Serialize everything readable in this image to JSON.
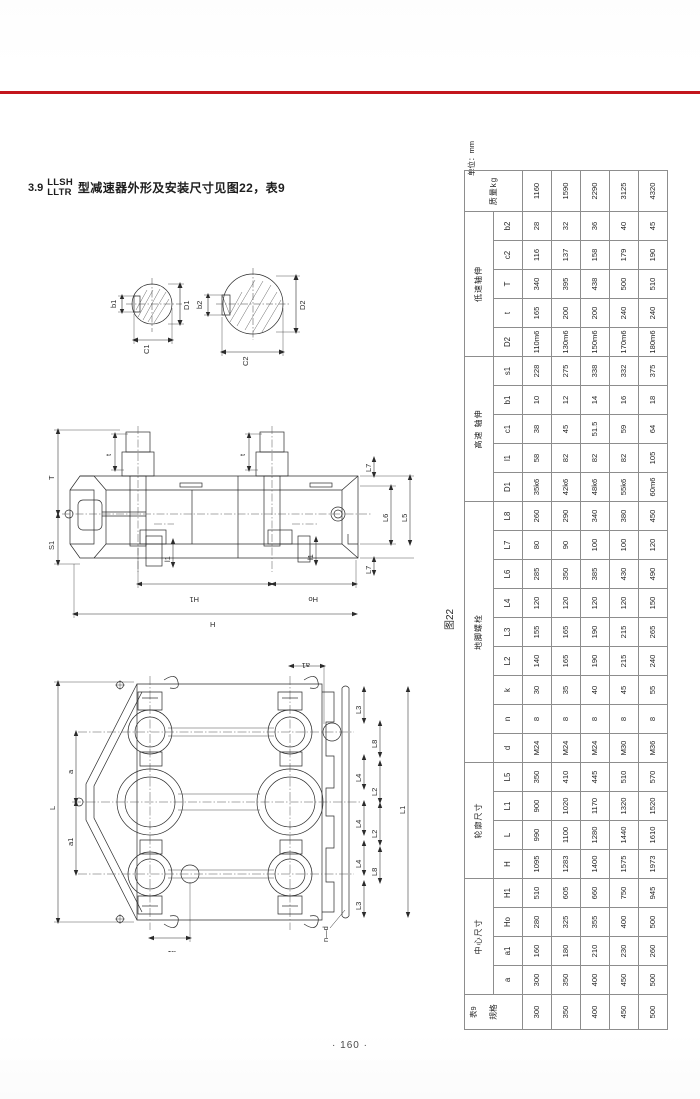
{
  "document": {
    "page_number": "· 160 ·",
    "unit_note": "单位：mm",
    "table_label": "表9",
    "figure_caption": "图22"
  },
  "heading": {
    "number": "3.9",
    "model_line1": "LLSH",
    "model_line2": "LLTR",
    "text": "型减速器外形及安装尺寸见图22，表9"
  },
  "drawings": {
    "shaft_section_small": {
      "labels": [
        "b1",
        "D1",
        "C1"
      ]
    },
    "shaft_section_large": {
      "labels": [
        "b2",
        "D2",
        "C2"
      ]
    },
    "elevation_view": {
      "labels": [
        "T",
        "S1",
        "t",
        "l1",
        "H1",
        "Ho",
        "H",
        "L5",
        "L6",
        "L7"
      ]
    },
    "plan_view": {
      "labels": [
        "L",
        "L1",
        "L2",
        "L3",
        "L4",
        "L8",
        "a",
        "a1",
        "n-d"
      ]
    }
  },
  "spec_table": {
    "row_header_label": "规格",
    "groups": [
      {
        "name": "中心尺寸",
        "columns": [
          "a",
          "a1",
          "Ho",
          "H1"
        ]
      },
      {
        "name": "轮廓尺寸",
        "columns": [
          "H",
          "L",
          "L1",
          "L5"
        ]
      },
      {
        "name": "地脚螺栓",
        "columns": [
          "d",
          "n",
          "k",
          "L2",
          "L3",
          "L4",
          "L6",
          "L7",
          "L8"
        ]
      },
      {
        "name": "高速 轴伸",
        "columns": [
          "D1",
          "l1",
          "c1",
          "b1",
          "s1"
        ]
      },
      {
        "name": "低速轴伸",
        "columns": [
          "D2",
          "t",
          "T",
          "c2",
          "b2"
        ]
      },
      {
        "name": "质量kg",
        "columns": [
          "质量kg"
        ]
      }
    ],
    "columns": [
      "规格",
      "a",
      "a1",
      "Ho",
      "H1",
      "H",
      "L",
      "L1",
      "L5",
      "d",
      "n",
      "k",
      "L2",
      "L3",
      "L4",
      "L6",
      "L7",
      "L8",
      "D1",
      "l1",
      "c1",
      "b1",
      "s1",
      "D2",
      "t",
      "T",
      "c2",
      "b2",
      "质量kg"
    ],
    "rows": [
      [
        "300",
        "300",
        "160",
        "280",
        "510",
        "1095",
        "990",
        "900",
        "350",
        "M24",
        "8",
        "30",
        "140",
        "155",
        "120",
        "285",
        "80",
        "260",
        "35k6",
        "58",
        "38",
        "10",
        "228",
        "110m6",
        "165",
        "340",
        "116",
        "28",
        "1160"
      ],
      [
        "350",
        "350",
        "180",
        "325",
        "605",
        "1283",
        "1100",
        "1020",
        "410",
        "M24",
        "8",
        "35",
        "165",
        "165",
        "120",
        "350",
        "90",
        "290",
        "42k6",
        "82",
        "45",
        "12",
        "275",
        "130m6",
        "200",
        "395",
        "137",
        "32",
        "1590"
      ],
      [
        "400",
        "400",
        "210",
        "355",
        "660",
        "1400",
        "1280",
        "1170",
        "445",
        "M24",
        "8",
        "40",
        "190",
        "190",
        "120",
        "385",
        "100",
        "340",
        "48k6",
        "82",
        "51.5",
        "14",
        "338",
        "150m6",
        "200",
        "438",
        "158",
        "36",
        "2290"
      ],
      [
        "450",
        "450",
        "230",
        "400",
        "750",
        "1575",
        "1440",
        "1320",
        "510",
        "M30",
        "8",
        "45",
        "215",
        "215",
        "120",
        "430",
        "100",
        "380",
        "55k6",
        "82",
        "59",
        "16",
        "332",
        "170m6",
        "240",
        "500",
        "179",
        "40",
        "3125"
      ],
      [
        "500",
        "500",
        "260",
        "500",
        "945",
        "1973",
        "1610",
        "1520",
        "570",
        "M36",
        "8",
        "55",
        "240",
        "265",
        "150",
        "490",
        "120",
        "450",
        "60m6",
        "105",
        "64",
        "18",
        "375",
        "180m6",
        "240",
        "510",
        "190",
        "45",
        "4320"
      ]
    ]
  }
}
